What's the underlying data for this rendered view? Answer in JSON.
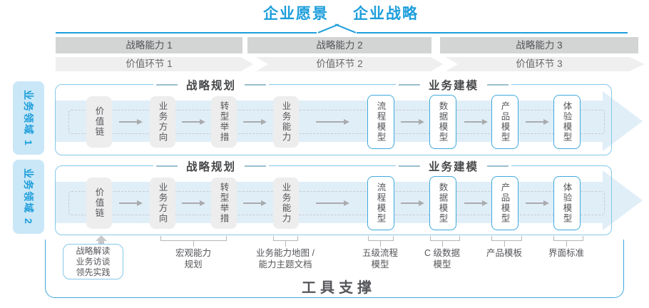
{
  "palette": {
    "accent": "#1d9edb",
    "band": "#e0eef8",
    "gray_band": "#d3d4d4",
    "light_band": "#efefef",
    "box_gray": "#ededed",
    "domain_bg": "#c9e7f7",
    "row_border": "#85c8ea",
    "blue_border": "#3fa9dc",
    "arrow": "#a9abad"
  },
  "header": {
    "vision": "企业愿景",
    "strategy": "企业战略"
  },
  "capabilities": [
    "战略能力 1",
    "战略能力 2",
    "战略能力 3"
  ],
  "value_links": [
    "价值环节 1",
    "价值环节 2",
    "价值环节 3"
  ],
  "domains": [
    "业务领域 1",
    "业务领域 2"
  ],
  "rows": [
    {
      "planning": "战略规划",
      "modeling": "业务建模",
      "gray_boxes": [
        "价值链",
        "业务方向",
        "转型举措",
        "业务能力"
      ],
      "blue_boxes": [
        "流程模型",
        "数据模型",
        "产品模型",
        "体验模型"
      ]
    },
    {
      "planning": "战略规划",
      "modeling": "业务建模",
      "gray_boxes": [
        "价值链",
        "业务方向",
        "转型举措",
        "业务能力"
      ],
      "blue_boxes": [
        "流程模型",
        "数据模型",
        "产品模型",
        "体验模型"
      ]
    }
  ],
  "annotations": {
    "practice": [
      "战略解读",
      "业务访谈",
      "领先实践"
    ],
    "macro": [
      "宏观能力",
      "规划"
    ],
    "cap_map": [
      "业务能力地图 /",
      "能力主题文档"
    ],
    "process": [
      "五级流程",
      "模型"
    ],
    "data": [
      "C 级数据",
      "模型"
    ],
    "product": [
      "产品模板"
    ],
    "ui": [
      "界面标准"
    ]
  },
  "footer": {
    "tool_support": "工具支撑"
  }
}
